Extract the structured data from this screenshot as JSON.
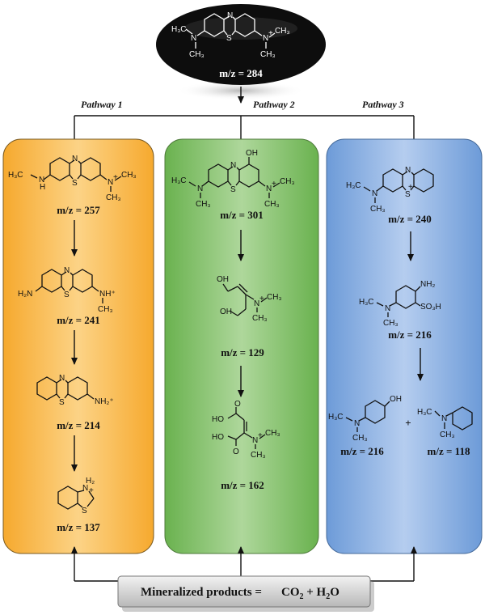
{
  "top": {
    "mz": "m/z = 284"
  },
  "pathways": [
    "Pathway 1",
    "Pathway 2",
    "Pathway 3"
  ],
  "path1": {
    "mz": [
      "m/z = 257",
      "m/z = 241",
      "m/z = 214",
      "m/z = 137"
    ]
  },
  "path2": {
    "mz": [
      "m/z = 301",
      "m/z = 129",
      "m/z = 162"
    ]
  },
  "path3": {
    "mz": [
      "m/z = 240",
      "m/z = 216",
      "m/z = 216",
      "m/z = 118"
    ],
    "plus": "+"
  },
  "mineral": {
    "label": "Mineralized products =",
    "formula": "CO2 + H2O",
    "sub": "2",
    "co": "CO",
    "plus": " + H",
    "o": "O"
  },
  "colors": {
    "orange": "#f7b955",
    "green": "#8cc476",
    "blue": "#8fb3e0",
    "black": "#111111",
    "gray": "#d0d0d0"
  }
}
